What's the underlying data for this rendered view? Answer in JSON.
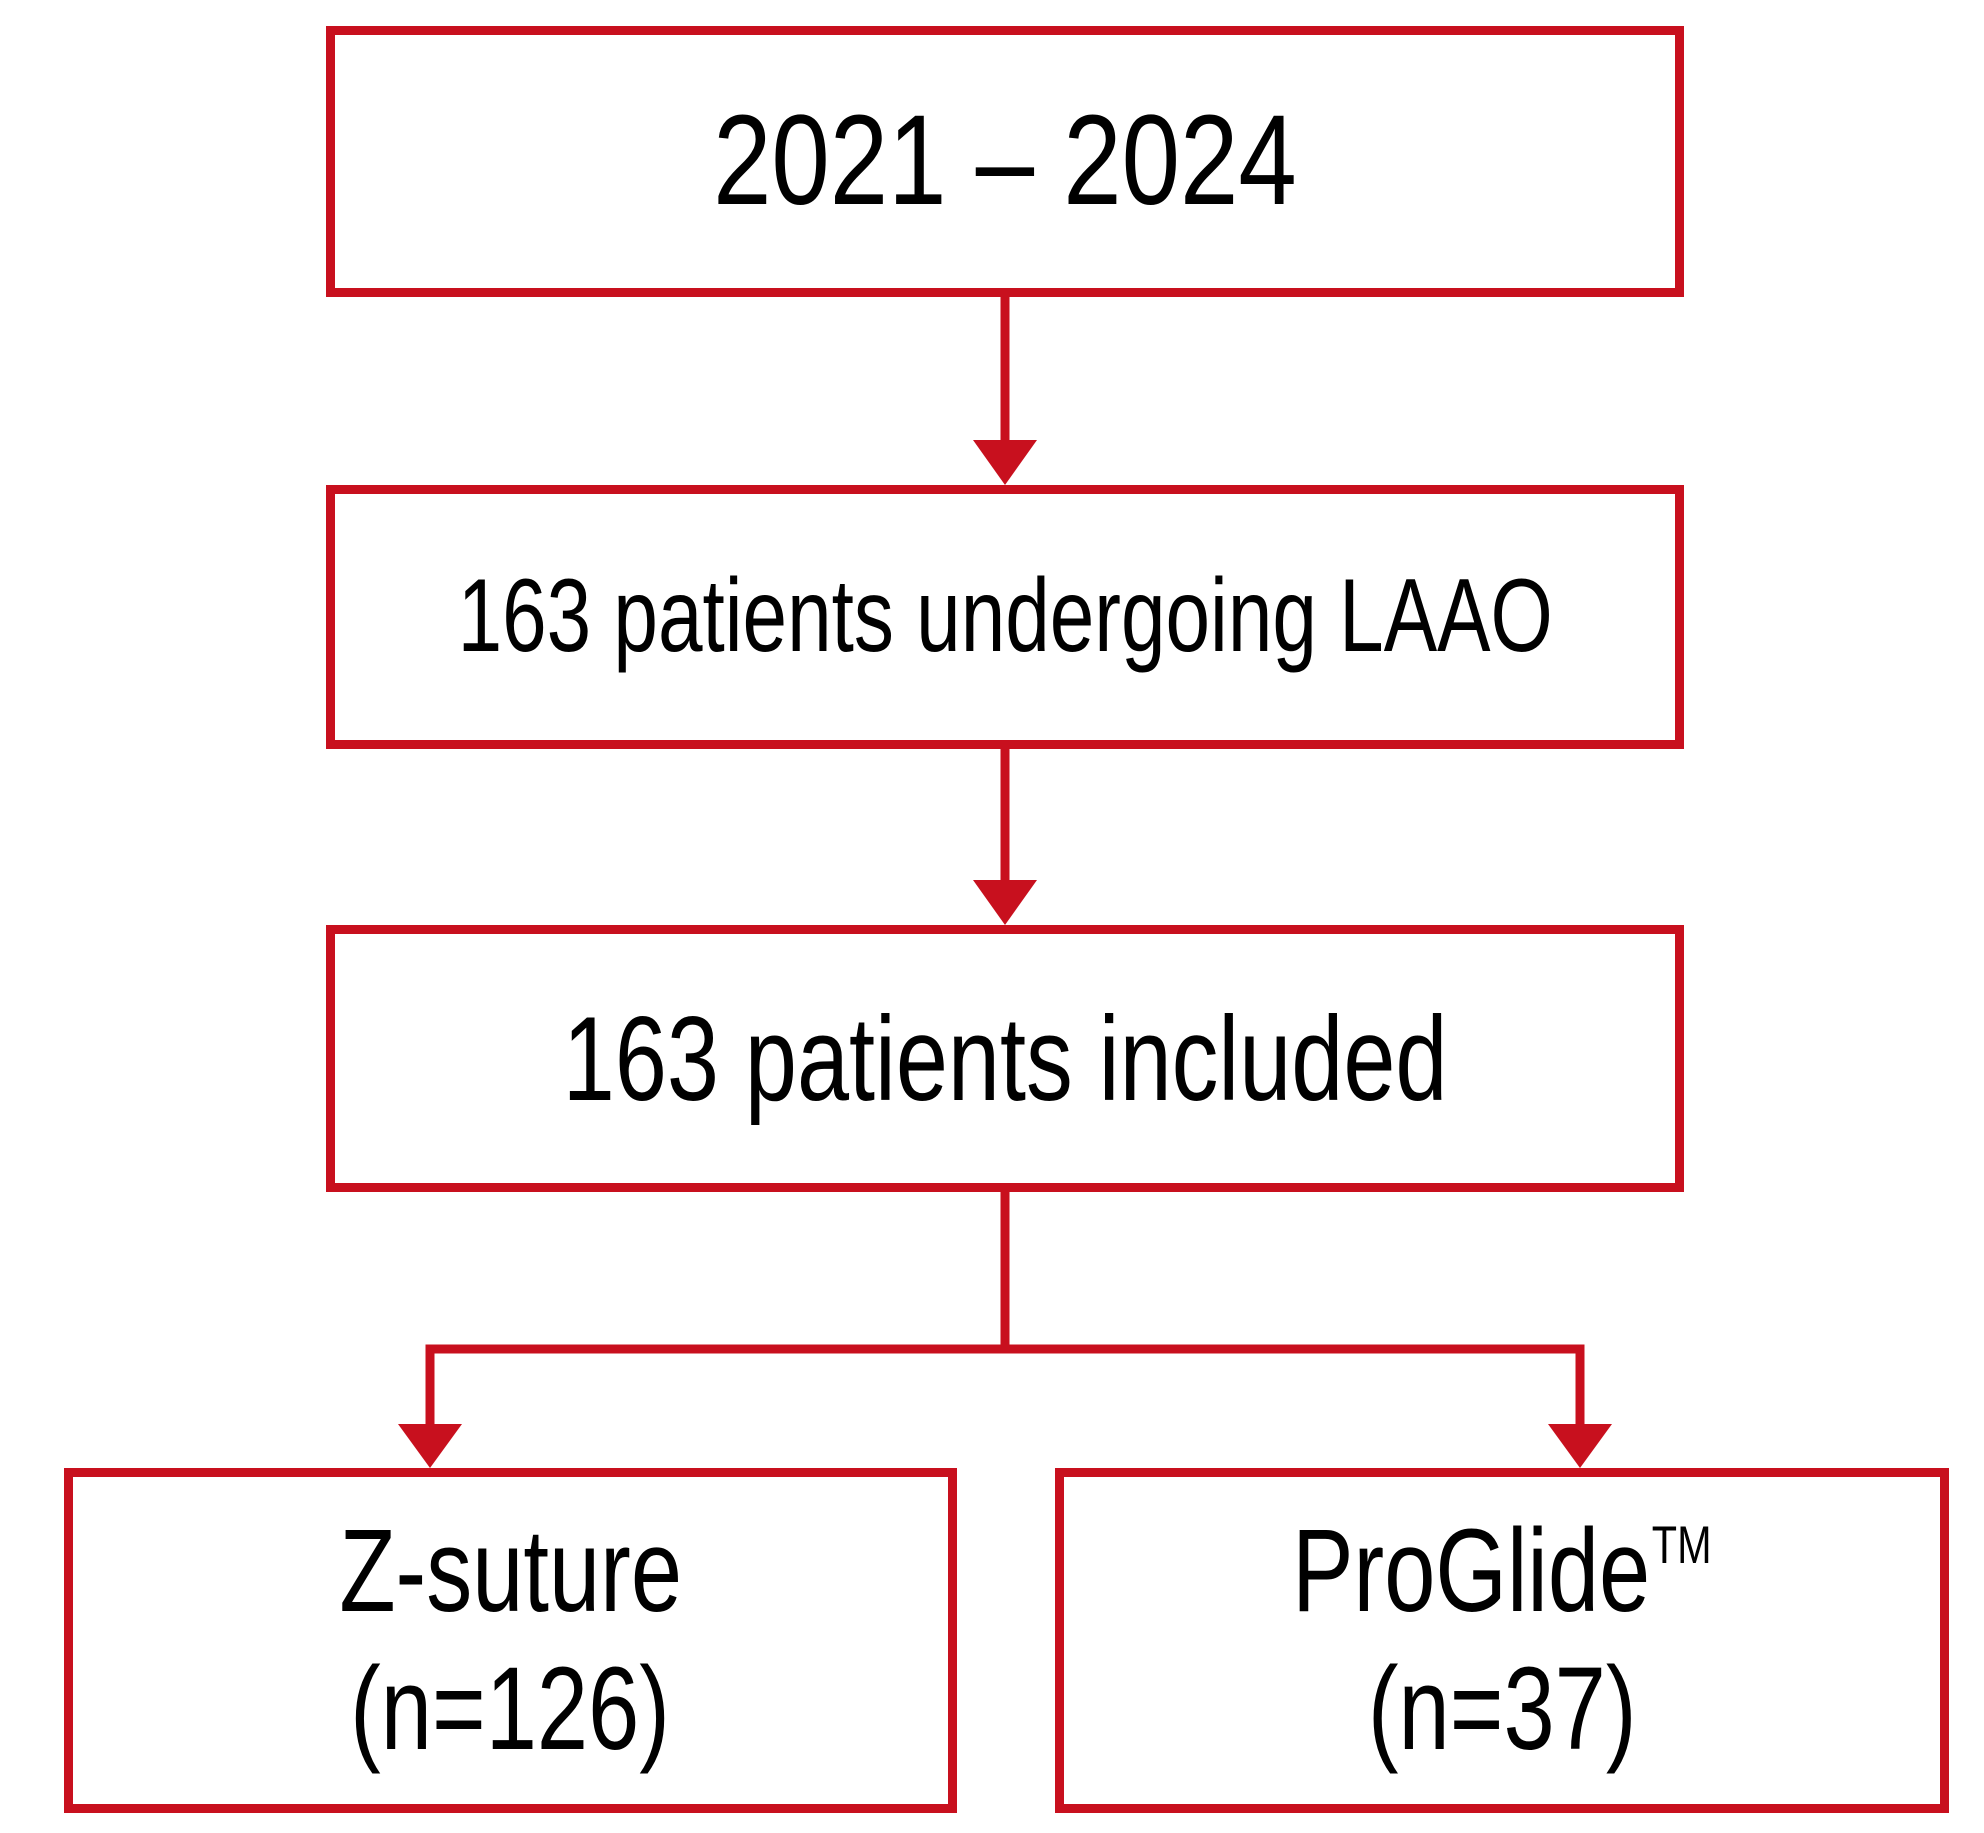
{
  "diagram": {
    "accent_color": "#c8101e",
    "boxes": {
      "period": {
        "text": "2021 – 2024"
      },
      "enrolled": {
        "text": "163 patients undergoing LAAO"
      },
      "included": {
        "text": "163 patients included"
      },
      "zsuture": {
        "line1": "Z-suture",
        "line2": "(n=126)"
      },
      "proglide": {
        "line1": "ProGlide",
        "trademark": "TM",
        "line2": "(n=37)"
      }
    }
  }
}
